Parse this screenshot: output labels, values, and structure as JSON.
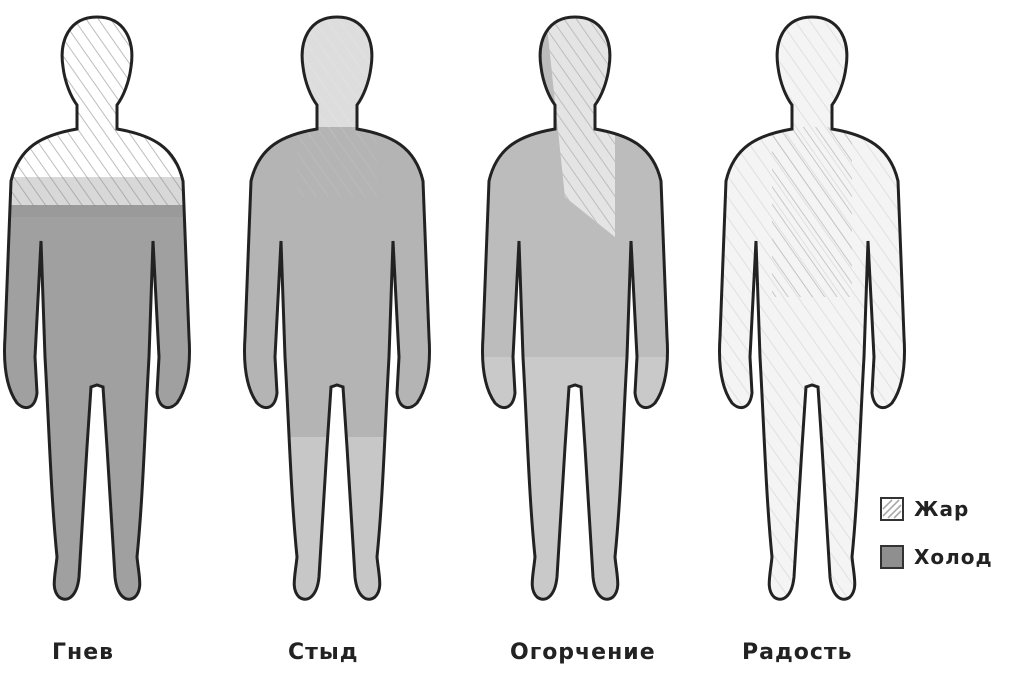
{
  "figures": [
    {
      "label": "Гнев",
      "state": "upper-hot-lower-cold"
    },
    {
      "label": "Стыд",
      "state": "mostly-cold"
    },
    {
      "label": "Огорчение",
      "state": "mixed"
    },
    {
      "label": "Радость",
      "state": "mostly-hot"
    }
  ],
  "legend": {
    "hot": "Жар",
    "cold": "Холод"
  },
  "colors": {
    "outline": "#222222",
    "hot_hatch": "#bdbdbd",
    "cold_fill": "#8f8f8f",
    "background": "#ffffff"
  }
}
